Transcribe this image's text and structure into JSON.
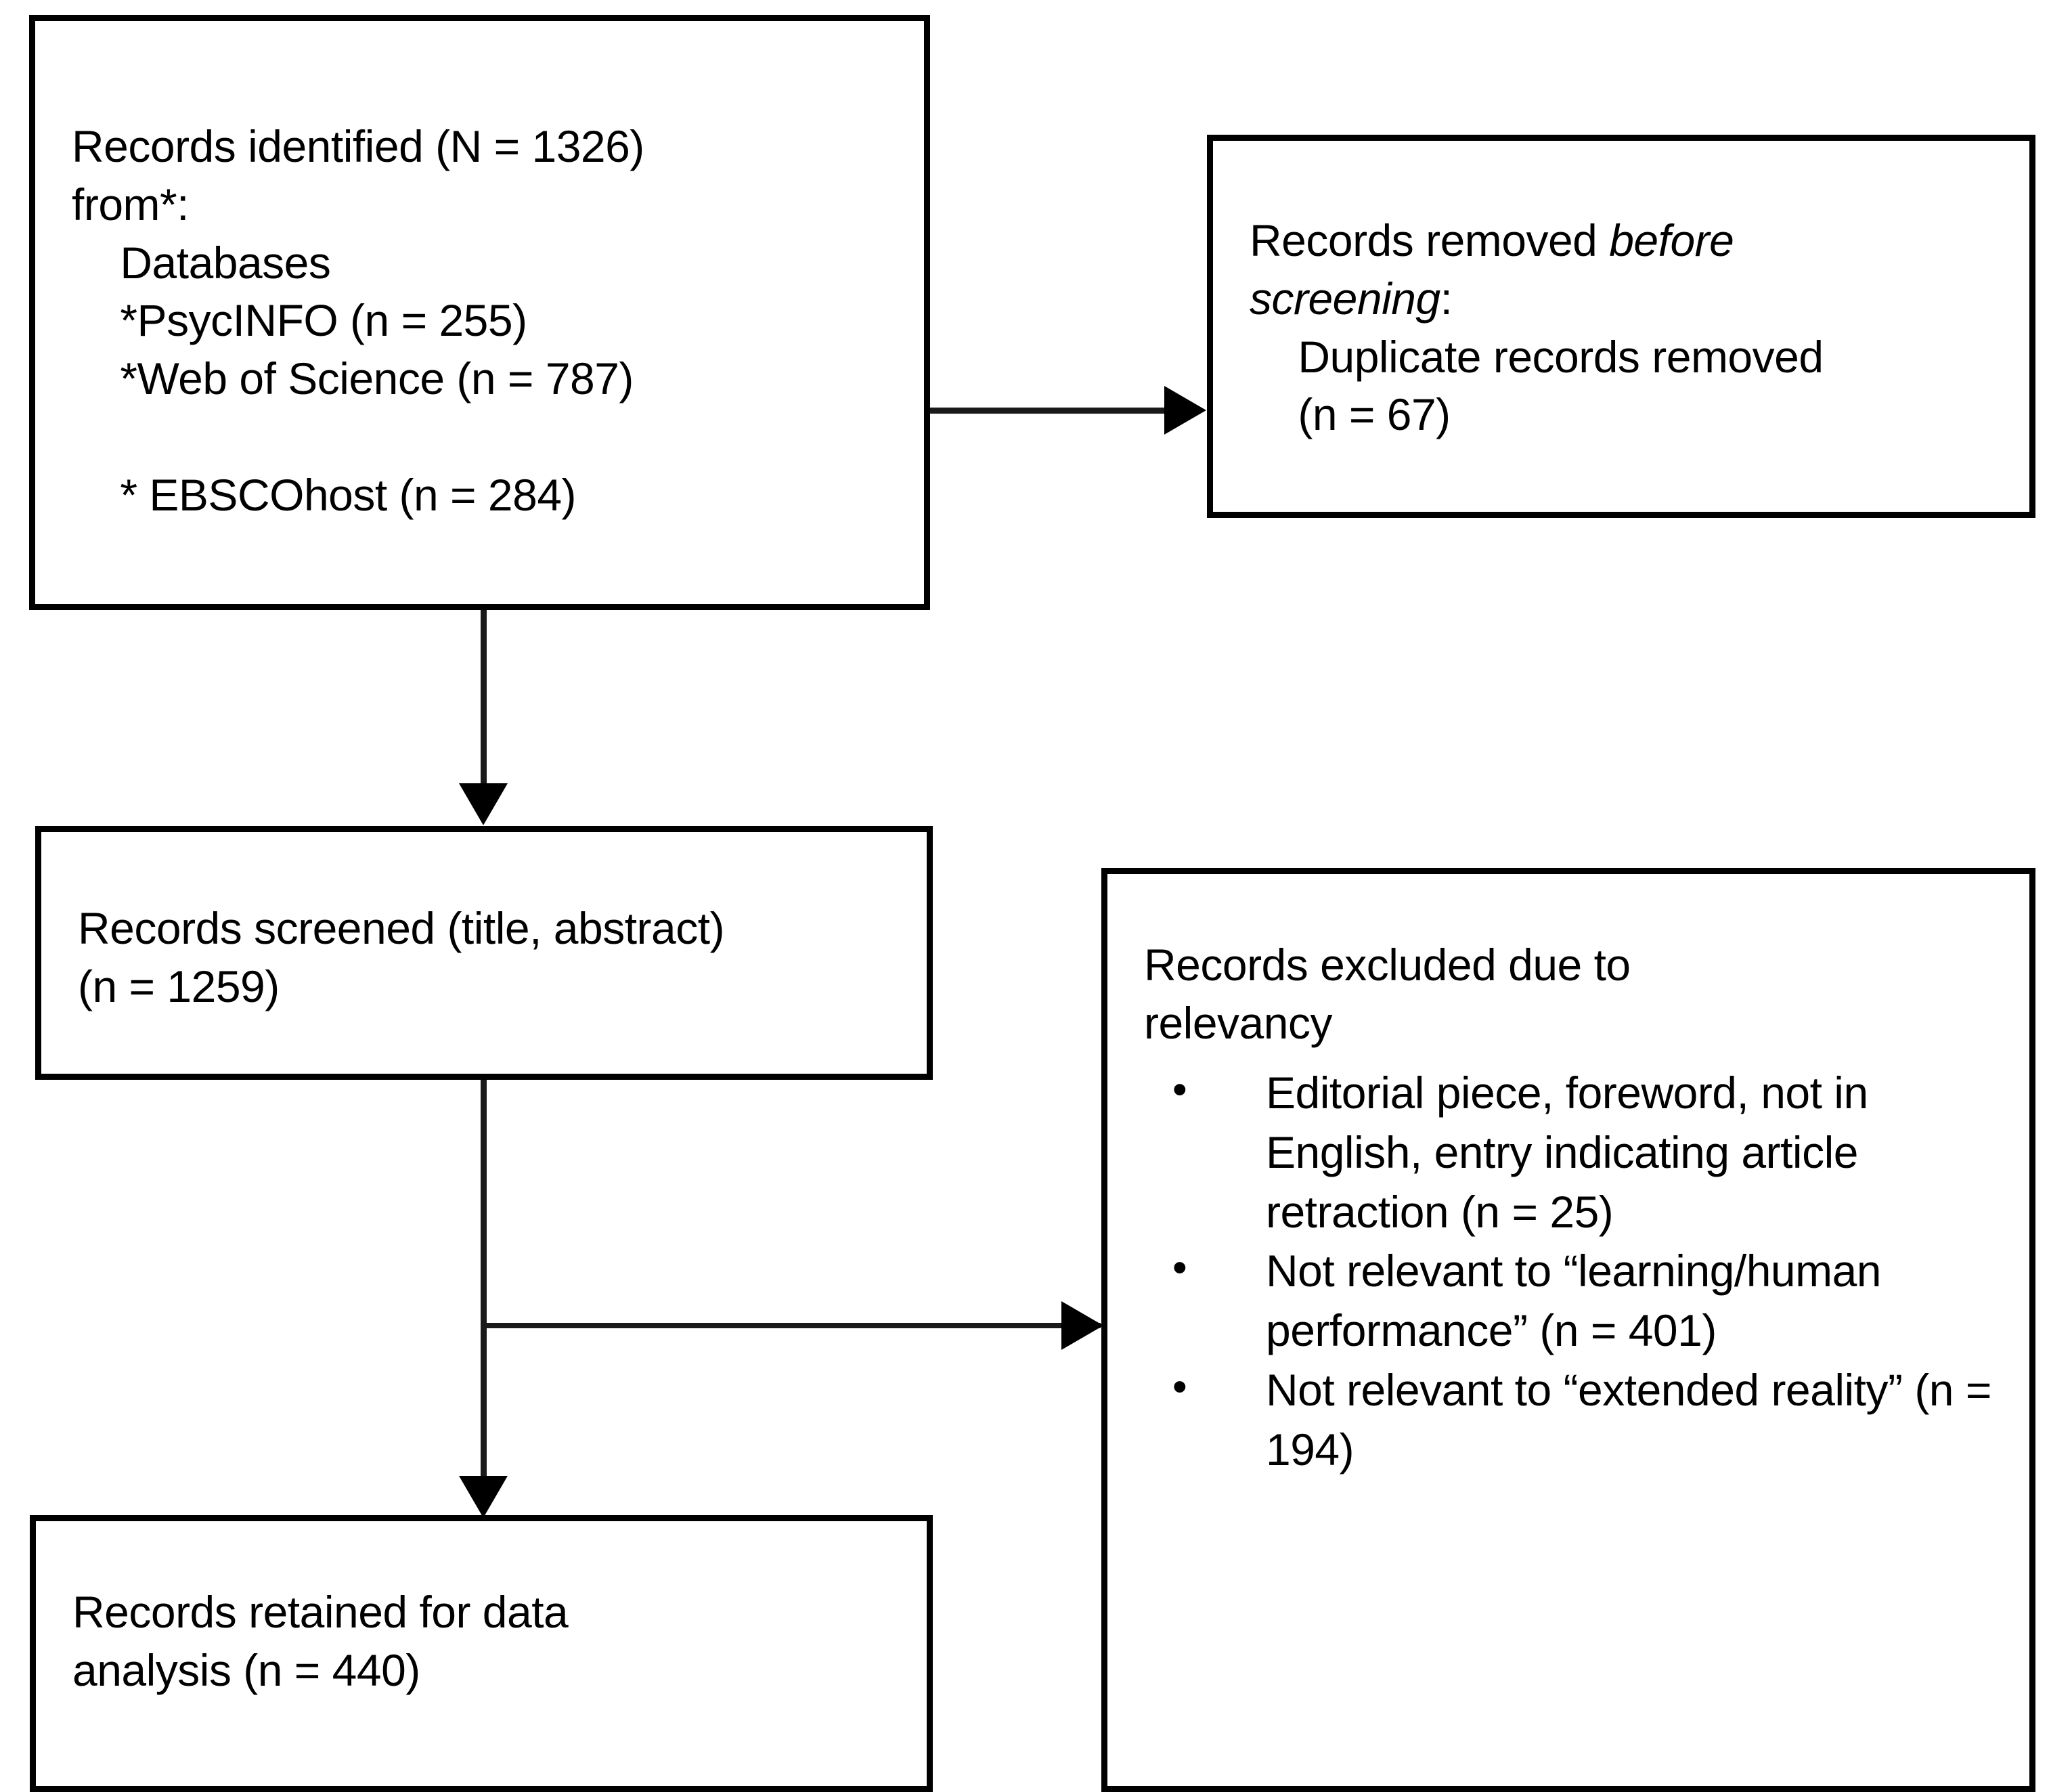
{
  "diagram": {
    "type": "prisma-flow-diagram",
    "title": "PRISMA Records Flow",
    "line_color": "#000000",
    "box_border_color": "#000000",
    "background_color": "#ffffff"
  },
  "boxes": {
    "identification": {
      "name": "records-identified",
      "lines": [
        "Records identified (N = 1326)",
        "from*:",
        "    Databases",
        "    *PsycINFO (n = 255)",
        "    *Web of Science (n = 787)",
        "    * EBSCOhost (n = 284)"
      ],
      "total": "1326",
      "sources": [
        {
          "label": "PsycINFO",
          "count": "255"
        },
        {
          "label": "Web of Science",
          "count": "787"
        },
        {
          "label": "EBSCOhost",
          "count": "284"
        }
      ]
    },
    "removed_before_screening": {
      "name": "records-removed-before-screening",
      "heading_normal": "Records removed ",
      "heading_italic_1": "before",
      "heading_italic_2": "screening",
      "heading_colon": ":",
      "body": "    Duplicate records removed\n    (n = 67)",
      "duplicate_label": "Duplicate records removed",
      "duplicate_count": "67"
    },
    "screened": {
      "name": "records-screened",
      "lines": [
        "Records screened (title, abstract)",
        "(n = 1259)"
      ],
      "count": "1259"
    },
    "excluded": {
      "name": "records-excluded",
      "heading": "Records excluded due to\nrelevancy",
      "bullets": [
        "Editorial piece, foreword, not in English, entry indicating article retraction (n = 25)",
        "Not relevant to “learning/human performance” (n = 401)",
        "Not relevant to “extended reality” (n = 194)"
      ],
      "counts": [
        "25",
        "401",
        "194"
      ]
    },
    "retained": {
      "name": "records-retained",
      "lines": [
        "Records retained for data",
        "analysis (n = 440)"
      ],
      "count": "440"
    }
  },
  "connectors": [
    {
      "name": "identified-to-removed",
      "direction": "right"
    },
    {
      "name": "identified-to-screened",
      "direction": "down"
    },
    {
      "name": "screened-to-excluded",
      "direction": "right"
    },
    {
      "name": "screened-to-retained",
      "direction": "down"
    }
  ]
}
